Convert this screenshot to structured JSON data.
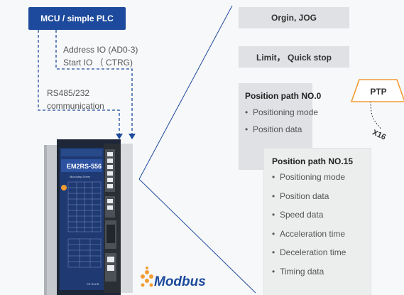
{
  "mcu": {
    "label": "MCU / simple PLC"
  },
  "signals": {
    "address_io": "Address IO (AD0-3)",
    "start_io": "Start IO （ CTRG)",
    "rs485_line1": "RS485/232",
    "rs485_line2": "communication"
  },
  "driver": {
    "model": "EM2RS-556",
    "subtitle": "Microstep Driver",
    "ce": "CE RoHS"
  },
  "modbus": {
    "logo_text": "Modbus"
  },
  "functions": {
    "origin": "Orgin, JOG",
    "limit": "Limit， Quick stop"
  },
  "path0": {
    "title": "Position path NO.0",
    "items": [
      "Positioning mode",
      "Position data"
    ]
  },
  "path15": {
    "title": "Position path NO.15",
    "items": [
      "Positioning mode",
      "Position data",
      "Speed data",
      "Acceleration time",
      "Deceleration time",
      "Timing data"
    ]
  },
  "ptp": {
    "label": "PTP",
    "repeat": "X16"
  },
  "colors": {
    "brand_blue": "#1d4a9c",
    "accent_orange": "#f39c34",
    "box_grey": "#dfe1e4"
  }
}
